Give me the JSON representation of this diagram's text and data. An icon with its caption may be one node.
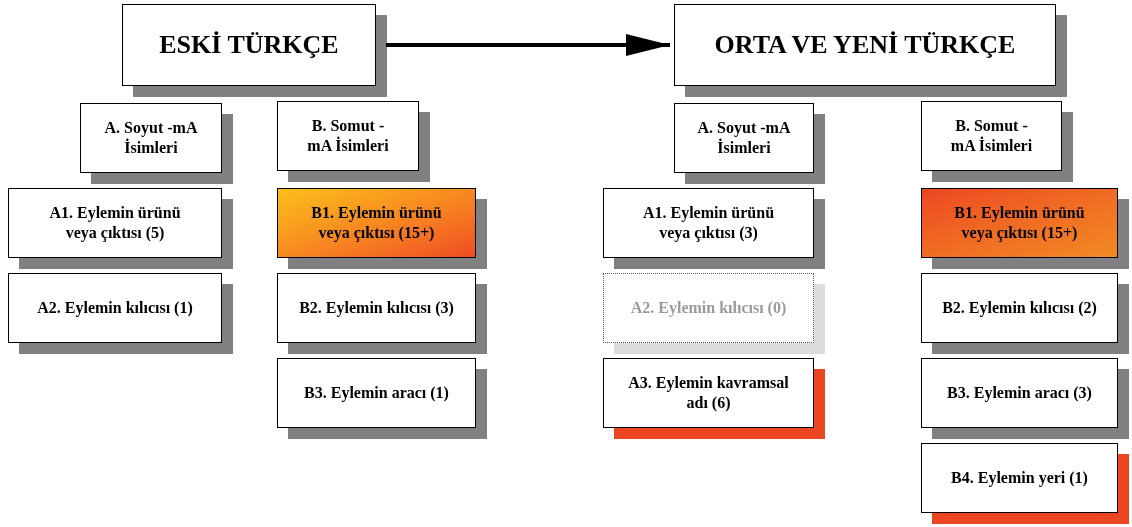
{
  "diagram": {
    "nodes": [
      {
        "text": [
          "ESKİ TÜRKÇE"
        ]
      },
      {
        "text": [
          "ORTA VE YENİ TÜRKÇE"
        ]
      },
      {
        "text": [
          "A. Soyut -mA İsimleri"
        ]
      },
      {
        "text": [
          "B. Somut -mA İsimleri"
        ]
      },
      {
        "text": [
          "A1. Eylemin ürünü veya çıktısı (5)"
        ]
      },
      {
        "text": [
          "A2. Eylemin kılıcısı (1)"
        ]
      },
      {
        "text": [
          "B1. Eylemin ürünü veya çıktısı (15+)"
        ]
      },
      {
        "text": [
          "B2. Eylemin kılıcısı (3)"
        ]
      },
      {
        "text": [
          "B3. Eylemin aracı (1)"
        ]
      },
      {
        "text": [
          "A. Soyut -mA İsimleri"
        ]
      },
      {
        "text": [
          "B. Somut -mA İsimleri"
        ]
      },
      {
        "text": [
          "A1. Eylemin ürünü veya çıktısı (3)"
        ]
      },
      {
        "text": [
          "A2. Eylemin kılıcısı (0)"
        ]
      },
      {
        "text": [
          "A3. Eylemin kavramsal adı (6)"
        ]
      },
      {
        "text": [
          "B1. Eylemin ürünü veya çıktısı (15+)"
        ]
      },
      {
        "text": [
          "B2. Eylemin kılıcısı (2)"
        ]
      },
      {
        "text": [
          "B3. Eylemin aracı (3)"
        ]
      },
      {
        "text": [
          "B4. Eylemin yeri (1)"
        ]
      }
    ],
    "edges": [
      {
        "from": 0,
        "to": 1,
        "arrow": "to"
      }
    ]
  }
}
